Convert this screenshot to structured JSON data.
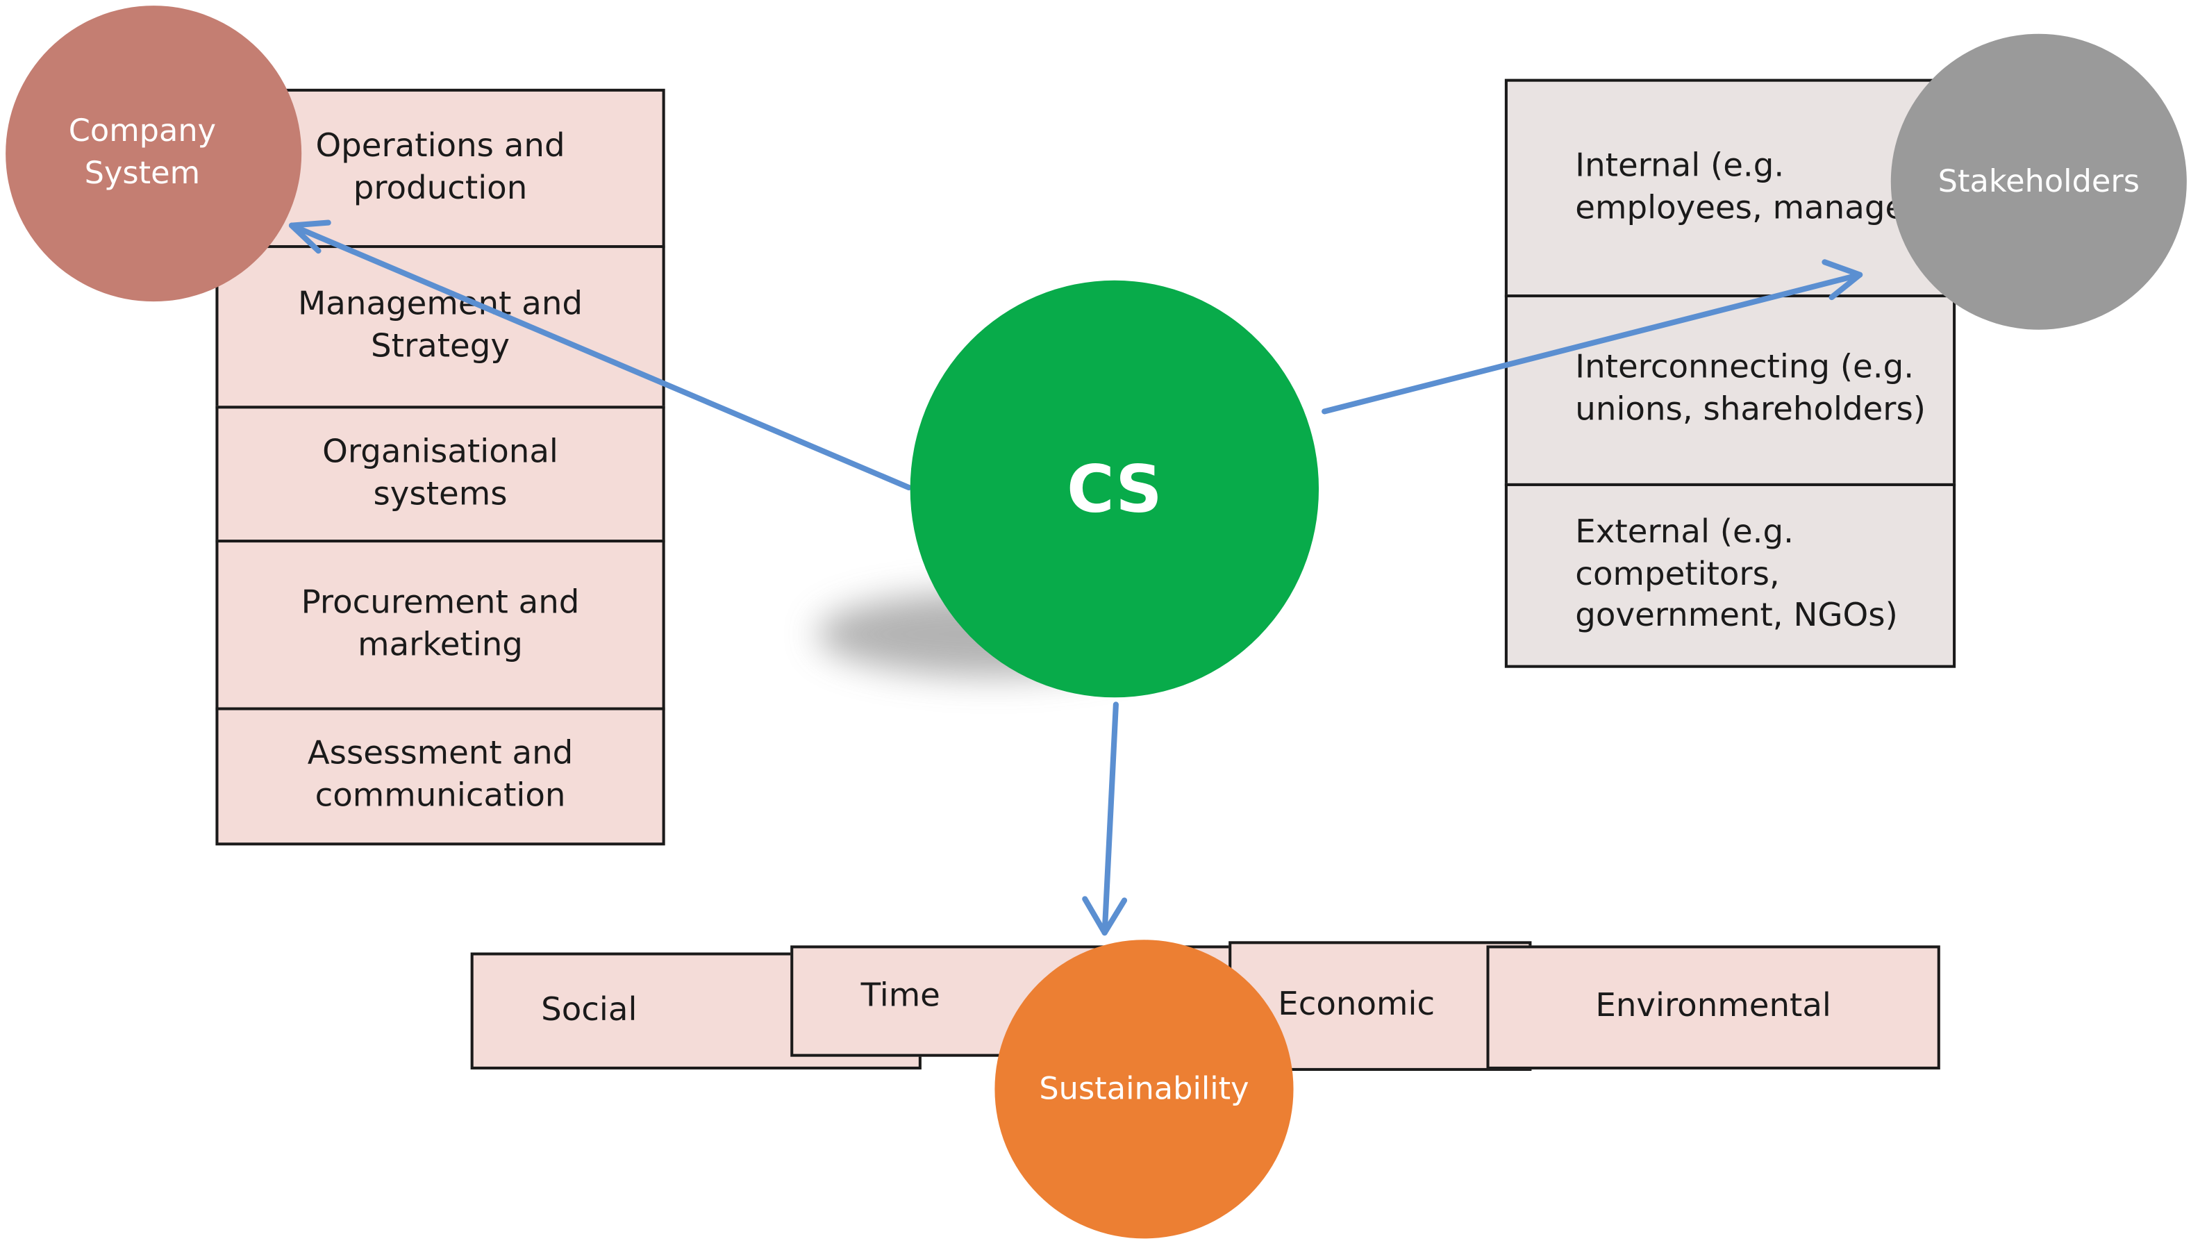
{
  "company": {
    "circle_label": "Company\nSystem",
    "items": [
      "Operations and\nproduction",
      "Management and\nStrategy",
      "Organisational\nsystems",
      "Procurement and\nmarketing",
      "Assessment and\ncommunication"
    ]
  },
  "stakeholders": {
    "circle_label": "Stakeholders",
    "items": [
      "Internal (e.g.\nemployees, manage",
      "Interconnecting (e.g.\nunions, shareholders)",
      "External (e.g.\ncompetitors,\ngovernment, NGOs)"
    ]
  },
  "center": {
    "label": "CS"
  },
  "sustainability": {
    "circle_label": "Sustainability",
    "items": [
      "Social",
      "Time",
      "Economic",
      "Environmental"
    ]
  },
  "colors": {
    "company_circle": "#c47e72",
    "stakeholders_circle": "#9a9a9a",
    "cs_circle": "#08ab4a",
    "sustainability_circle": "#ec7f33",
    "arrow": "#5b8fd1",
    "box_pink": "#f4dcd8",
    "box_gray": "#e9e3e2"
  }
}
